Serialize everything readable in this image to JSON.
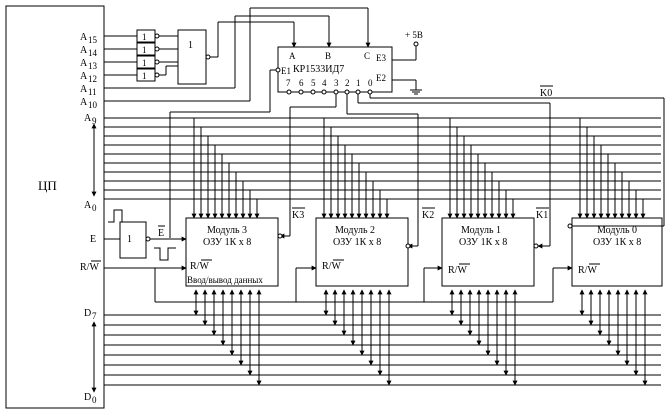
{
  "cpu": {
    "label": "ЦП"
  },
  "address_pins": {
    "a15": "A",
    "a15_sub": "15",
    "a14": "A",
    "a14_sub": "14",
    "a13": "A",
    "a13_sub": "13",
    "a12": "A",
    "a12_sub": "12",
    "a11": "A",
    "a11_sub": "11",
    "a10": "A",
    "a10_sub": "10",
    "a9": "A",
    "a9_sub": "9",
    "a0": "A",
    "a0_sub": "0"
  },
  "control_pins": {
    "e": "E",
    "rw": "R/W"
  },
  "data_pins": {
    "d7": "D",
    "d7_sub": "7",
    "d0": "D",
    "d0_sub": "0"
  },
  "inverters": {
    "label": "1"
  },
  "or_gate": {
    "label": "1"
  },
  "e_inverter": {
    "label": "1",
    "output": "E"
  },
  "decoder": {
    "part": "КР1533ИД7",
    "in_a": "A",
    "in_b": "B",
    "in_c": "C",
    "e1": "E1",
    "e2": "E2",
    "e3": "E3",
    "outputs": [
      "7",
      "6",
      "5",
      "4",
      "3",
      "2",
      "1",
      "0"
    ],
    "power": "+ 5В"
  },
  "select_lines": [
    "K3",
    "K2",
    "K1",
    "K0"
  ],
  "modules": [
    {
      "name": "Модуль 3",
      "type": "ОЗУ 1К х 8",
      "rw": "R/W",
      "io": "Ввод/вывод данных"
    },
    {
      "name": "Модуль 2",
      "type": "ОЗУ 1К х 8",
      "rw": "R/W"
    },
    {
      "name": "Модуль 1",
      "type": "ОЗУ 1К х 8",
      "rw": "R/W"
    },
    {
      "name": "Модуль 0",
      "type": "ОЗУ 1К х 8",
      "rw": "R/W"
    }
  ]
}
